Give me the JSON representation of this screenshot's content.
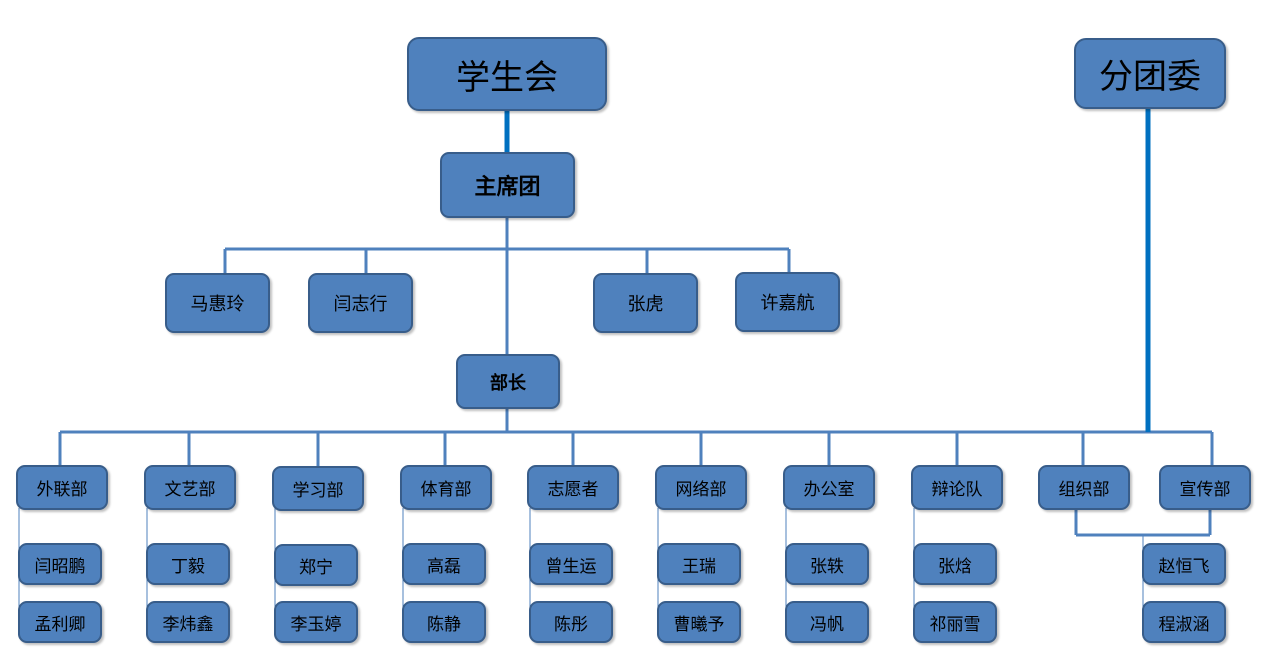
{
  "colors": {
    "node_fill": "#4f81bd",
    "node_border": "#385d8a",
    "connector": "#4f81bd",
    "thick_connector": "#0070c0"
  },
  "nodes": {
    "student_union": "学生会",
    "branch_league": "分团委",
    "presidium": "主席团",
    "presidium_members": [
      "马惠玲",
      "闫志行",
      "张虎",
      "许嘉航"
    ],
    "minister": "部长",
    "departments": [
      {
        "name": "外联部",
        "members": [
          "闫昭鹏",
          "孟利卿"
        ]
      },
      {
        "name": "文艺部",
        "members": [
          "丁毅",
          "李炜鑫"
        ]
      },
      {
        "name": "学习部",
        "members": [
          "郑宁",
          "李玉婷"
        ]
      },
      {
        "name": "体育部",
        "members": [
          "高磊",
          "陈静"
        ]
      },
      {
        "name": "志愿者",
        "members": [
          "曾生运",
          "陈彤"
        ]
      },
      {
        "name": "网络部",
        "members": [
          "王瑞",
          "曹曦予"
        ]
      },
      {
        "name": "办公室",
        "members": [
          "张轶",
          "冯帆"
        ]
      },
      {
        "name": "辩论队",
        "members": [
          "张焓",
          "祁丽雪"
        ]
      }
    ],
    "league_departments": [
      "组织部",
      "宣传部"
    ],
    "league_members": [
      "赵恒飞",
      "程淑涵"
    ]
  }
}
